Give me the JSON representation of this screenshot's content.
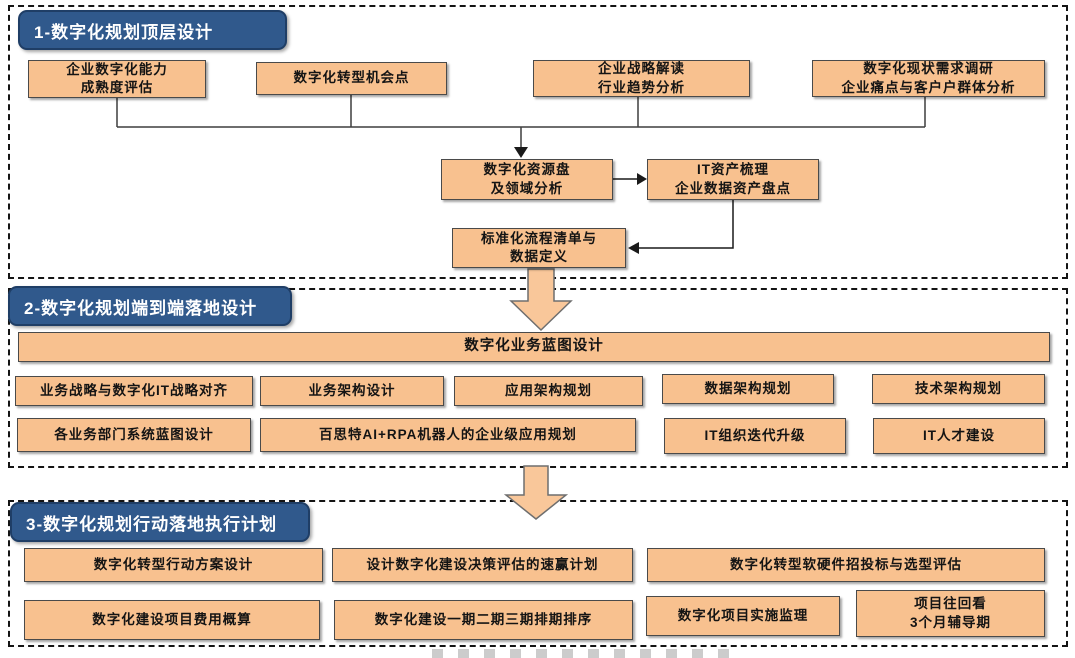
{
  "colors": {
    "box_fill": "#F8C18F",
    "box_border": "#4a4a4a",
    "header_fill": "#30598C",
    "header_border": "#1F3E66",
    "header_text": "#ffffff",
    "dashed_border": "#141414",
    "connector": "#3f3f3f",
    "block_arrow_fill": "#F9C79A",
    "block_arrow_stroke": "#6e6e6e"
  },
  "section1": {
    "title": "1-数字化规划顶层设计",
    "top_row": [
      {
        "lines": [
          "企业数字化能力",
          "成熟度评估"
        ]
      },
      {
        "lines": [
          "数字化转型机会点"
        ]
      },
      {
        "lines": [
          "企业战略解读",
          "行业趋势分析"
        ]
      },
      {
        "lines": [
          "数字化现状需求调研",
          "企业痛点与客户户群体分析"
        ]
      }
    ],
    "mid_boxes": [
      {
        "lines": [
          "数字化资源盘",
          "及领域分析"
        ]
      },
      {
        "lines": [
          "IT资产梳理",
          "企业数据资产盘点"
        ]
      },
      {
        "lines": [
          "标准化流程清单与",
          "数据定义"
        ]
      }
    ]
  },
  "section2": {
    "title": "2-数字化规划端到端落地设计",
    "banner": "数字化业务蓝图设计",
    "row1": [
      "业务战略与数字化IT战略对齐",
      "业务架构设计",
      "应用架构规划",
      "数据架构规划",
      "技术架构规划"
    ],
    "row2": [
      "各业务部门系统蓝图设计",
      "百思特AI+RPA机器人的企业级应用规划",
      "IT组织迭代升级",
      "IT人才建设"
    ]
  },
  "section3": {
    "title": "3-数字化规划行动落地执行计划",
    "row1": [
      "数字化转型行动方案设计",
      "设计数字化建设决策评估的速赢计划",
      "数字化转型软硬件招投标与选型评估"
    ],
    "row2": [
      "数字化建设项目费用概算",
      "数字化建设一期二期三期排期排序",
      "数字化项目实施监理"
    ],
    "row2_last": {
      "lines": [
        "项目往回看",
        "3个月辅导期"
      ]
    }
  }
}
